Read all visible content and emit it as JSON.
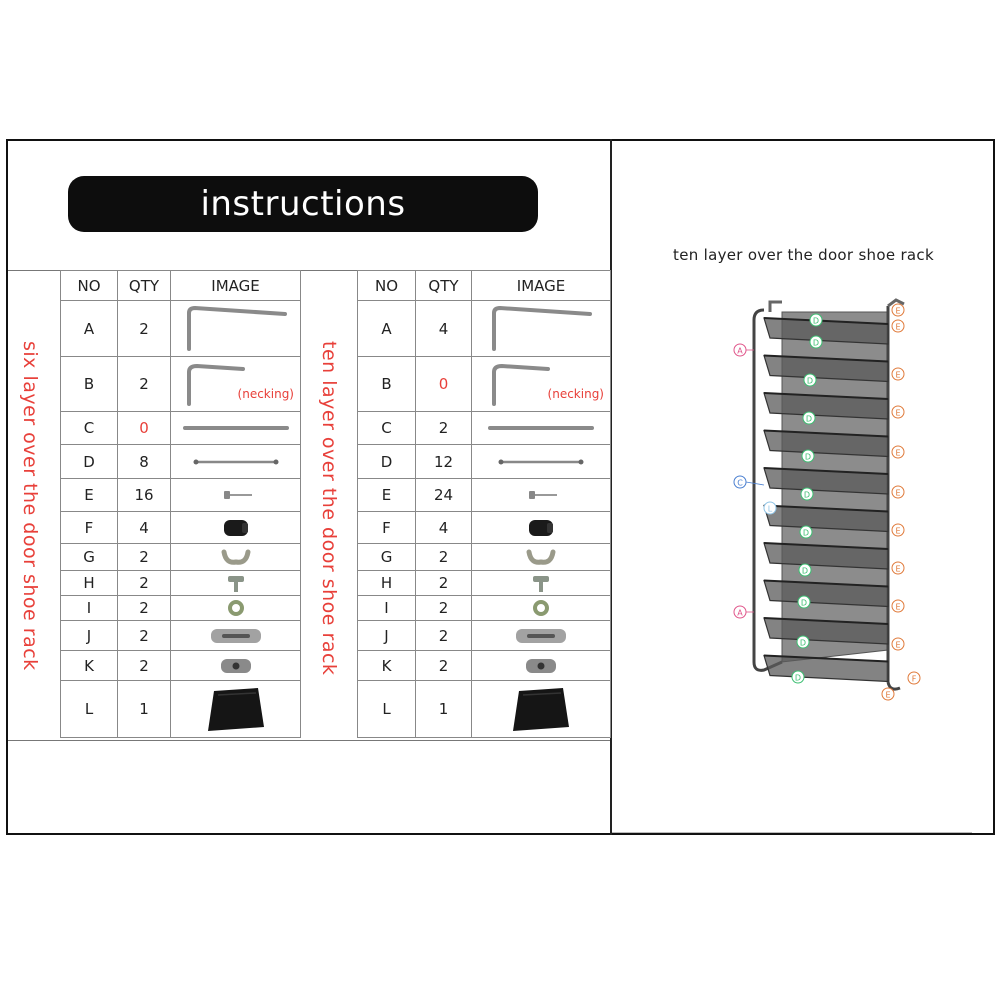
{
  "header": {
    "title": "instructions"
  },
  "left_section": {
    "vertical_title": "six layer over the door shoe rack",
    "columns": [
      "NO",
      "QTY",
      "IMAGE"
    ],
    "rows": [
      {
        "no": "A",
        "qty": "2",
        "image": "long-hook-rod-icon"
      },
      {
        "no": "B",
        "qty": "2",
        "image": "necking-hook-rod-icon",
        "note": "(necking)"
      },
      {
        "no": "C",
        "qty": "0",
        "qty_highlight": true,
        "image": "long-rod-icon"
      },
      {
        "no": "D",
        "qty": "8",
        "image": "short-rod-icon"
      },
      {
        "no": "E",
        "qty": "16",
        "image": "screw-icon"
      },
      {
        "no": "F",
        "qty": "4",
        "image": "foot-cap-icon"
      },
      {
        "no": "G",
        "qty": "2",
        "image": "hook-bracket-icon"
      },
      {
        "no": "H",
        "qty": "2",
        "image": "small-bolt-icon"
      },
      {
        "no": "I",
        "qty": "2",
        "image": "washer-icon"
      },
      {
        "no": "J",
        "qty": "2",
        "image": "slotted-plate-icon"
      },
      {
        "no": "K",
        "qty": "2",
        "image": "clamp-plate-icon"
      },
      {
        "no": "L",
        "qty": "1",
        "image": "fabric-cover-icon"
      }
    ]
  },
  "right_section": {
    "vertical_title": "ten layer over the door shoe rack",
    "columns": [
      "NO",
      "QTY",
      "IMAGE"
    ],
    "rows": [
      {
        "no": "A",
        "qty": "4",
        "image": "long-hook-rod-icon"
      },
      {
        "no": "B",
        "qty": "0",
        "qty_highlight": true,
        "image": "necking-hook-rod-icon",
        "note": "(necking)"
      },
      {
        "no": "C",
        "qty": "2",
        "image": "long-rod-icon"
      },
      {
        "no": "D",
        "qty": "12",
        "image": "short-rod-icon"
      },
      {
        "no": "E",
        "qty": "24",
        "image": "screw-icon"
      },
      {
        "no": "F",
        "qty": "4",
        "image": "foot-cap-icon"
      },
      {
        "no": "G",
        "qty": "2",
        "image": "hook-bracket-icon"
      },
      {
        "no": "H",
        "qty": "2",
        "image": "small-bolt-icon"
      },
      {
        "no": "I",
        "qty": "2",
        "image": "washer-icon"
      },
      {
        "no": "J",
        "qty": "2",
        "image": "slotted-plate-icon"
      },
      {
        "no": "K",
        "qty": "2",
        "image": "clamp-plate-icon"
      },
      {
        "no": "L",
        "qty": "1",
        "image": "fabric-cover-icon"
      }
    ]
  },
  "rack_panel": {
    "title": "ten layer over the door shoe rack",
    "callout_labels": {
      "a": "A",
      "c": "C",
      "d": "D",
      "e": "E",
      "f": "F",
      "l": "L"
    }
  },
  "colors": {
    "highlight_red": "#e8403a",
    "callout_green": "#3cbf72",
    "callout_pink": "#e0558a",
    "callout_orange": "#e07a3a",
    "callout_blue": "#4a7fd0",
    "callout_lightblue": "#8ec3e6",
    "title_bar_bg": "#0d0d0d"
  }
}
